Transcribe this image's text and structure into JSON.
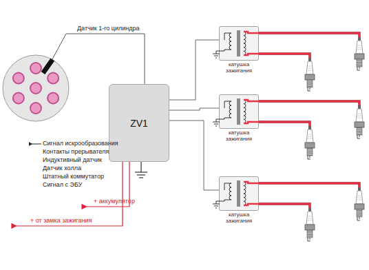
{
  "diagram": {
    "nodes": [
      {
        "text": [
          "ZV1"
        ]
      },
      {
        "text": [
          "катушка зажигания"
        ]
      },
      {
        "text": [
          "катушка зажигания"
        ]
      },
      {
        "text": [
          "катушка зажигания"
        ]
      }
    ],
    "edges": [
      {
        "from": 0,
        "to": 1,
        "arrow": "none"
      },
      {
        "from": 0,
        "to": 2,
        "arrow": "none"
      },
      {
        "from": 0,
        "to": 3,
        "arrow": "none"
      }
    ],
    "labels": [
      "Датчик 1-го цилиндра",
      "Сигнал искрообразования",
      "Контакты прерывателя",
      "Индуктивный датчик",
      "Датчик холла",
      "Штатный коммутатор",
      "Сигнал с ЭБУ",
      "+ аккумулятор",
      "+ от замка зажигания"
    ]
  }
}
